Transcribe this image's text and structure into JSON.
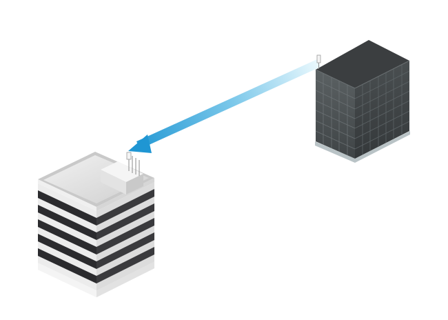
{
  "diagram": {
    "description_visible_text": "",
    "colors": {
      "background": "#ffffff",
      "link_start": "#d9f3fb",
      "link_end": "#1f96d3",
      "tower_roof": "#3b3e40",
      "tower_front": "#4d5254",
      "tower_side": "#3d4143",
      "tower_glass_line": "#6f7578",
      "tower_base": "#b9c3c6",
      "office_roof": "#d9d9d9",
      "office_band_dark": "#2b2b2e",
      "office_band_light": "#ececec",
      "office_rooftop_unit": "#e7e7e7"
    },
    "elements": {
      "source_building": "dark-glass-tower",
      "target_building": "striped-office-building",
      "link": "wireless-link-arrow",
      "source_antenna": "antenna-icon",
      "target_antenna": "antenna-icon"
    }
  }
}
